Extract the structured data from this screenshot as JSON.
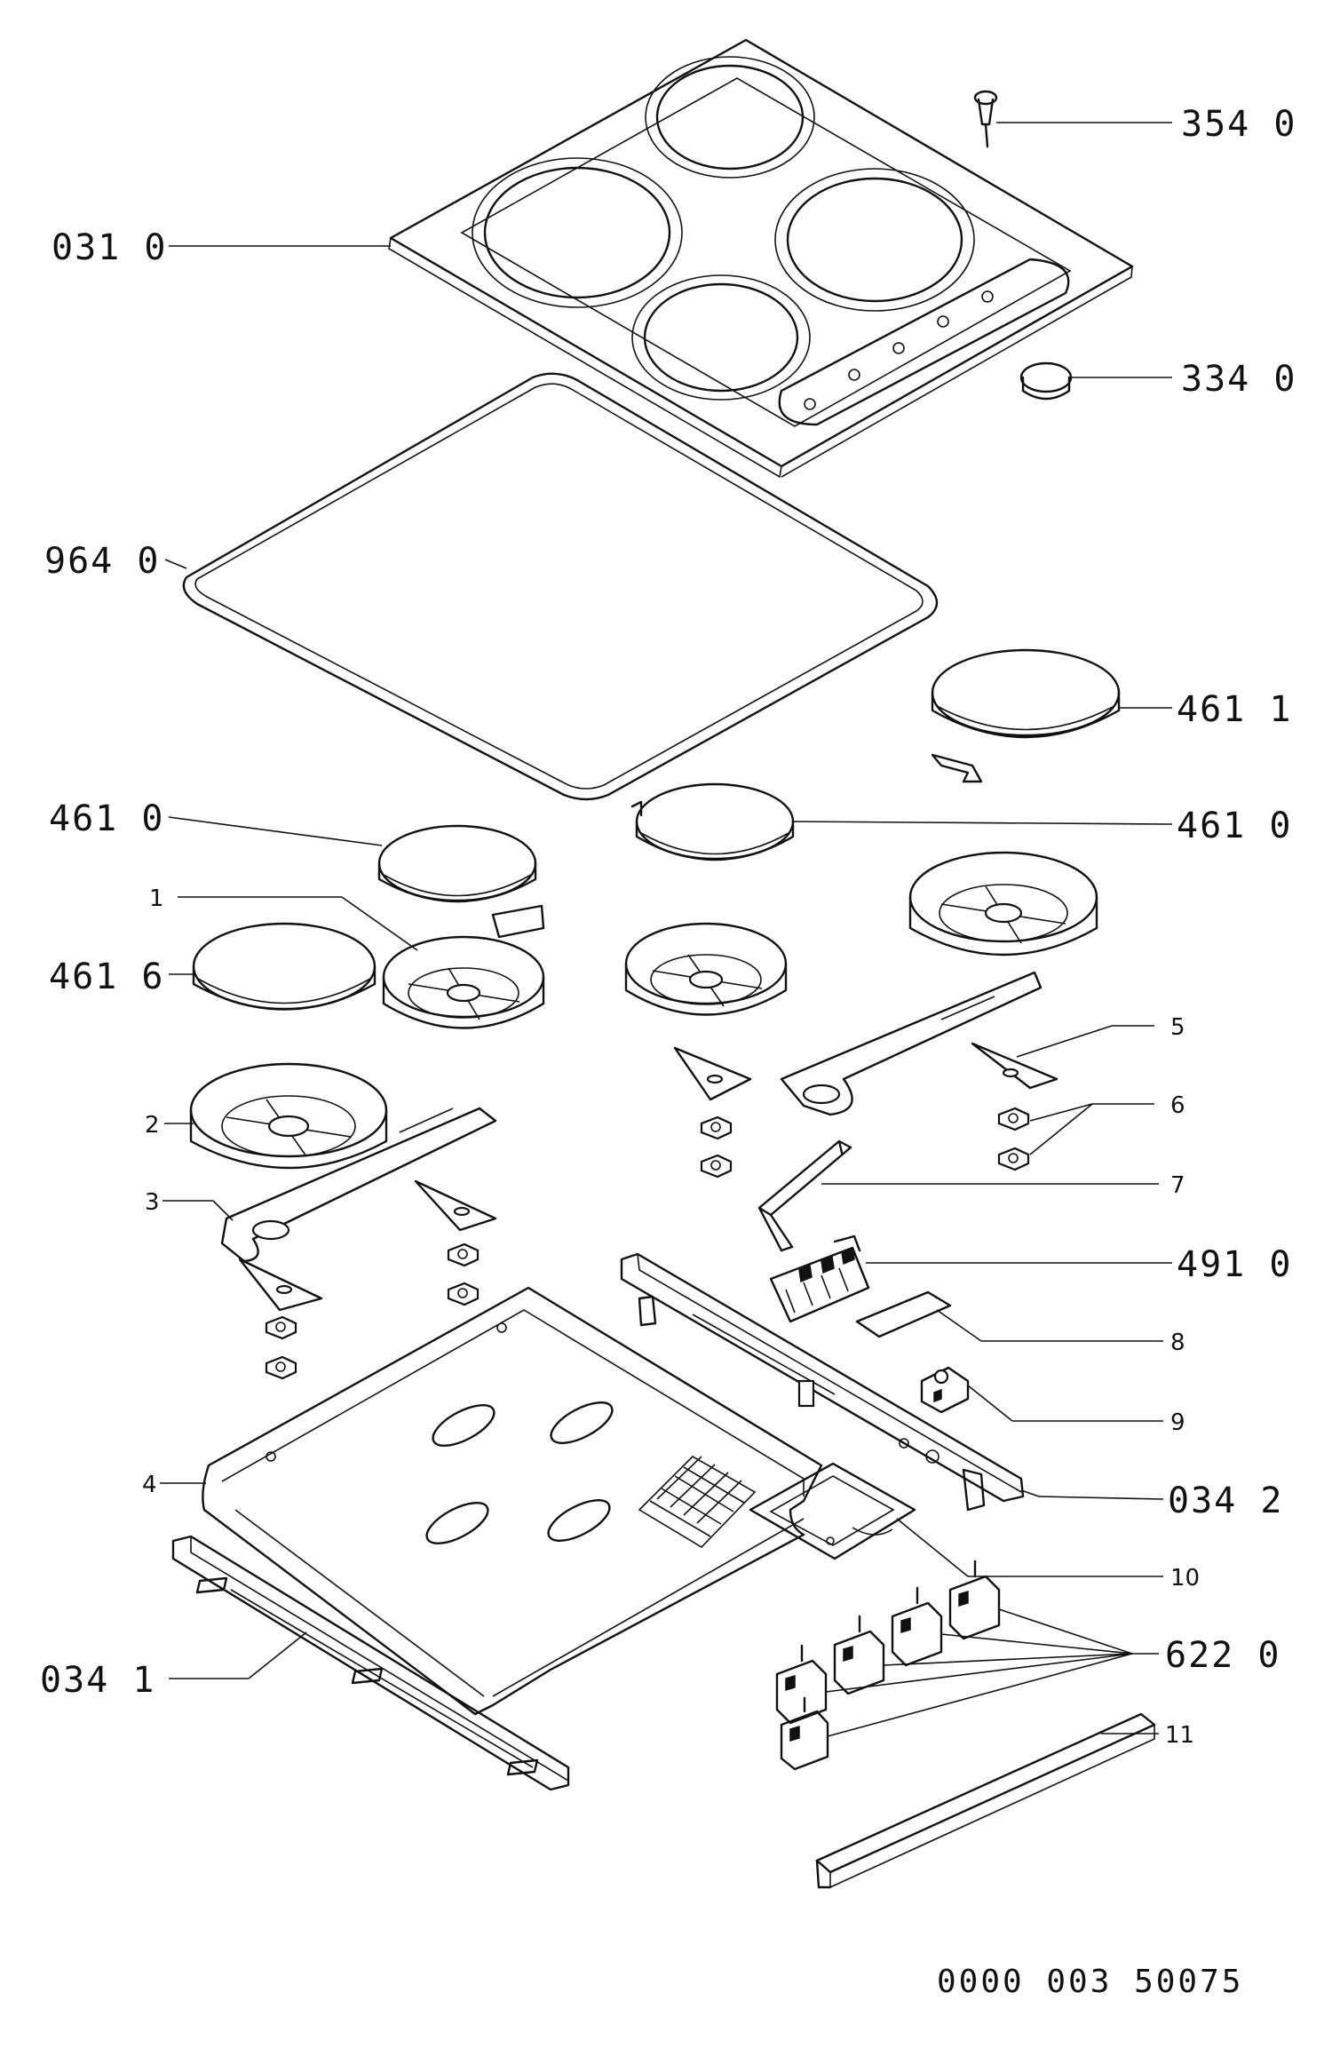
{
  "diagram": {
    "document_number": "0000 003 50075",
    "part_labels": {
      "p354_0": "354 0",
      "p031_0": "031 0",
      "p334_0": "334 0",
      "p964_0": "964 0",
      "p461_1": "461 1",
      "p461_0_left": "461 0",
      "p461_0_right": "461 0",
      "p461_6": "461 6",
      "p1": "1",
      "p2": "2",
      "p3": "3",
      "p4": "4",
      "p5": "5",
      "p6": "6",
      "p7": "7",
      "p491_0": "491 0",
      "p8": "8",
      "p9": "9",
      "p034_2": "034 2",
      "p10": "10",
      "p622_0": "622 0",
      "p034_1": "034 1",
      "p11": "11"
    }
  }
}
